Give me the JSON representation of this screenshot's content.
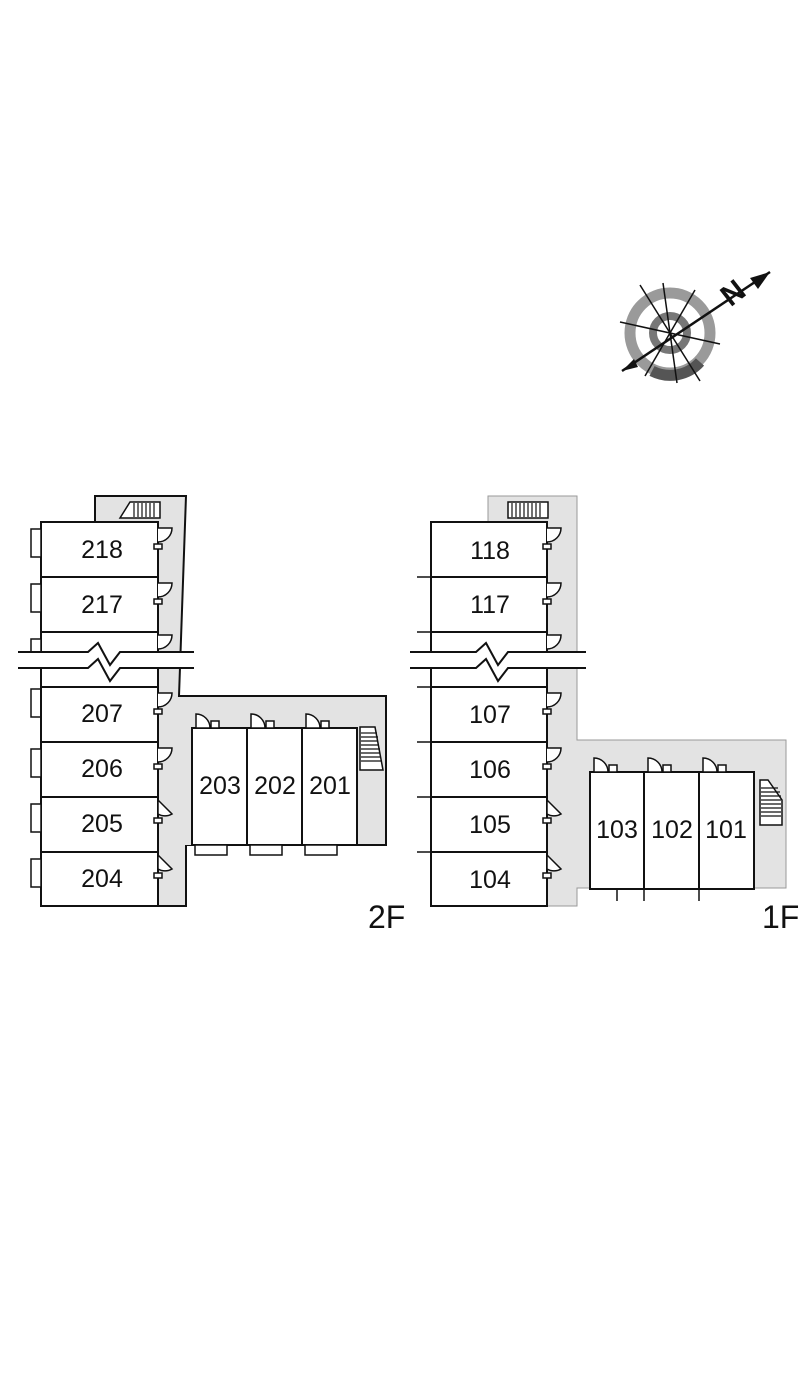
{
  "colors": {
    "corridor": "#e3e3e3",
    "wall": "#111111",
    "compass_ring": "#9a9a9a",
    "compass_ring_dark": "#555555",
    "background": "#ffffff"
  },
  "compass": {
    "north_letter": "N",
    "rotation_deg": -38
  },
  "floors": {
    "second": {
      "label": "2F",
      "rooms_left": [
        "218",
        "217",
        "207",
        "206",
        "205",
        "204"
      ],
      "rooms_right": [
        "203",
        "202",
        "201"
      ]
    },
    "first": {
      "label": "1F",
      "rooms_left": [
        "118",
        "117",
        "107",
        "106",
        "105",
        "104"
      ],
      "rooms_right": [
        "103",
        "102",
        "101"
      ]
    }
  }
}
